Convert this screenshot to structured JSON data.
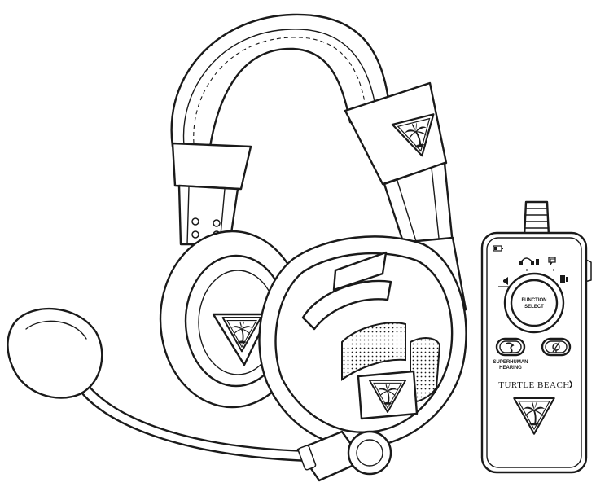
{
  "controller": {
    "function_select_line1": "FUNCTION",
    "function_select_line2": "SELECT",
    "superhuman_line1": "SUPERHUMAN",
    "superhuman_line2": "HEARING",
    "brand": "TURTLE BEACH"
  },
  "icons": {
    "headset_logo": "palm-tree-triangle-logo",
    "controller_logo": "palm-tree-triangle-logo",
    "superhuman_button_icon": "superhuman-hearing-icon",
    "mic_button_icon": "mic-mute-icon"
  },
  "colors": {
    "line": "#1a1a1a",
    "background": "#ffffff"
  }
}
